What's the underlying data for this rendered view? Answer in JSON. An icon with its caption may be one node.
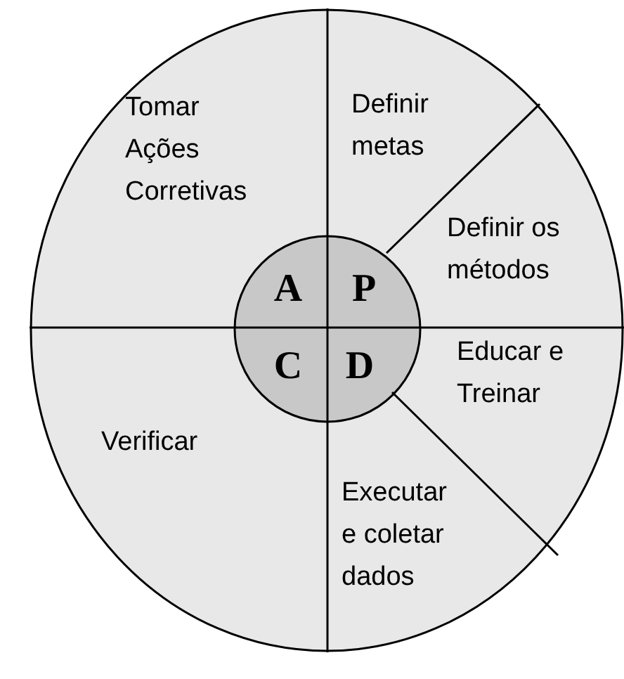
{
  "diagram": {
    "nodes": [
      {
        "text": [],
        "shape": "circle"
      },
      {
        "text": [
          "Definir metas"
        ],
        "in": 0
      },
      {
        "text": [
          "Tomar Ações Corretivas"
        ],
        "in": 0
      },
      {
        "text": [
          "Definir os métodos"
        ],
        "in": 0
      },
      {
        "text": [
          "Educar e Treinar"
        ],
        "in": 0
      },
      {
        "text": [
          "Verificar"
        ],
        "in": 0
      },
      {
        "text": [
          "Executar e coletar dados"
        ],
        "in": 0
      },
      {
        "text": [
          "A",
          "P",
          "C",
          "D"
        ],
        "in": 0
      }
    ]
  }
}
